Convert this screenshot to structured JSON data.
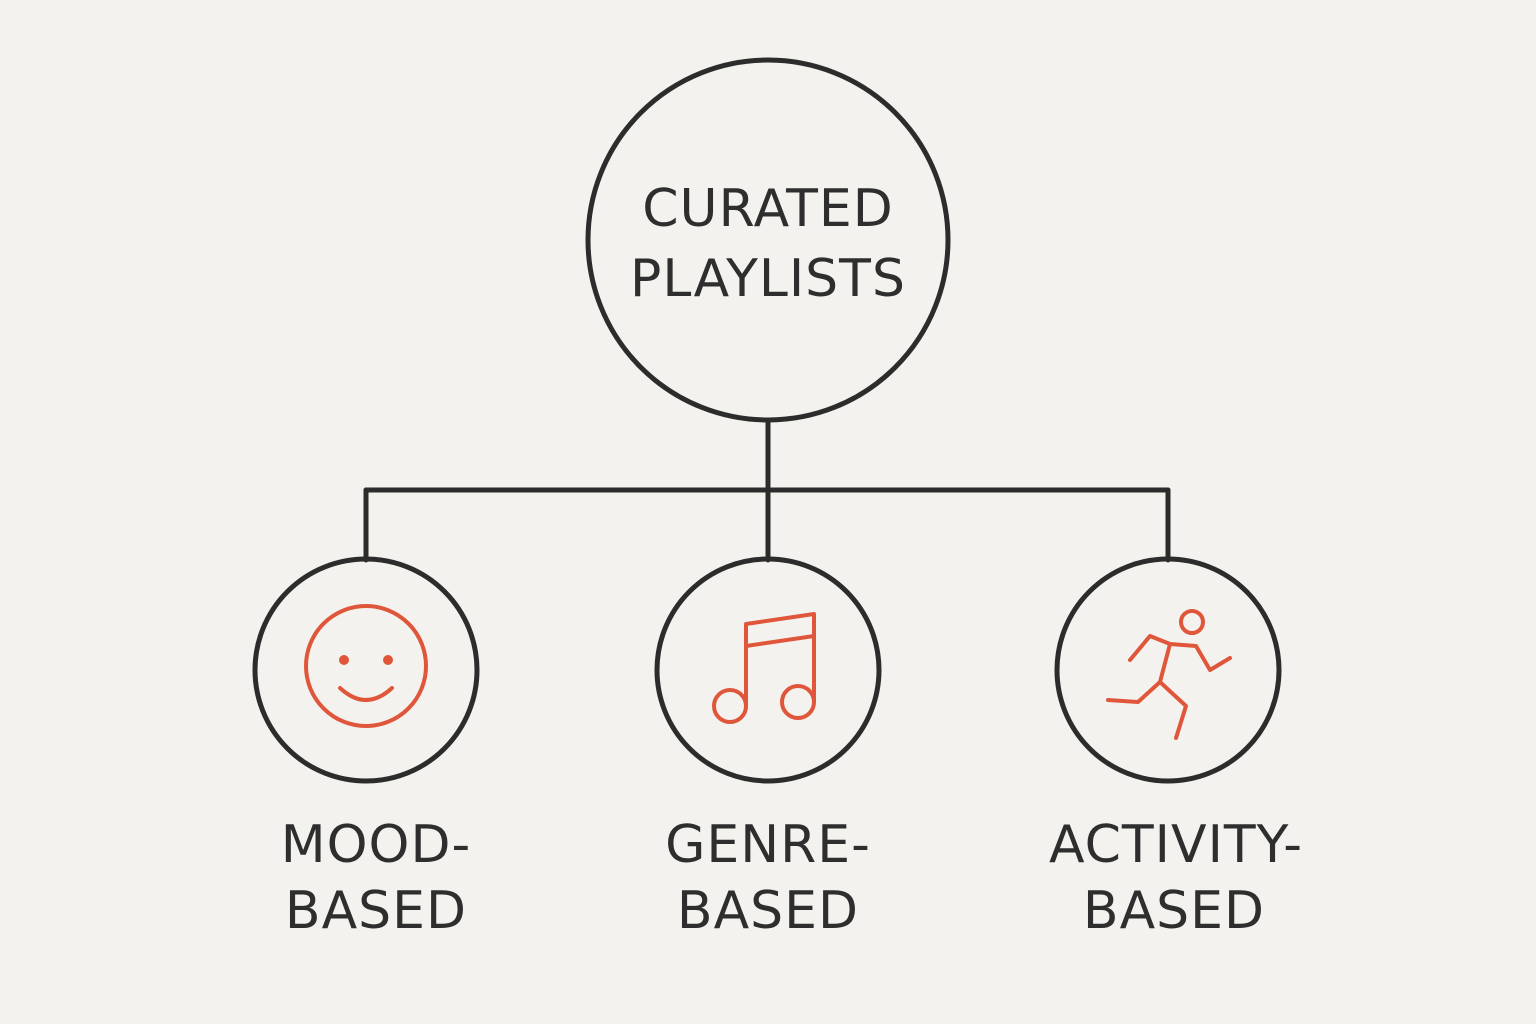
{
  "root": {
    "label_line1": "CURATED",
    "label_line2": "PLAYLISTS"
  },
  "children": [
    {
      "icon": "smiley-face-icon",
      "label_line1": "MOOD-",
      "label_line2": "BASED"
    },
    {
      "icon": "music-note-icon",
      "label_line1": "GENRE-",
      "label_line2": "BASED"
    },
    {
      "icon": "running-person-icon",
      "label_line1": "ACTIVITY-",
      "label_line2": "BASED"
    }
  ],
  "colors": {
    "background": "#f4f2ee",
    "line": "#2c2c2c",
    "text": "#2e2e2e",
    "icon_accent": "#e0563b"
  }
}
